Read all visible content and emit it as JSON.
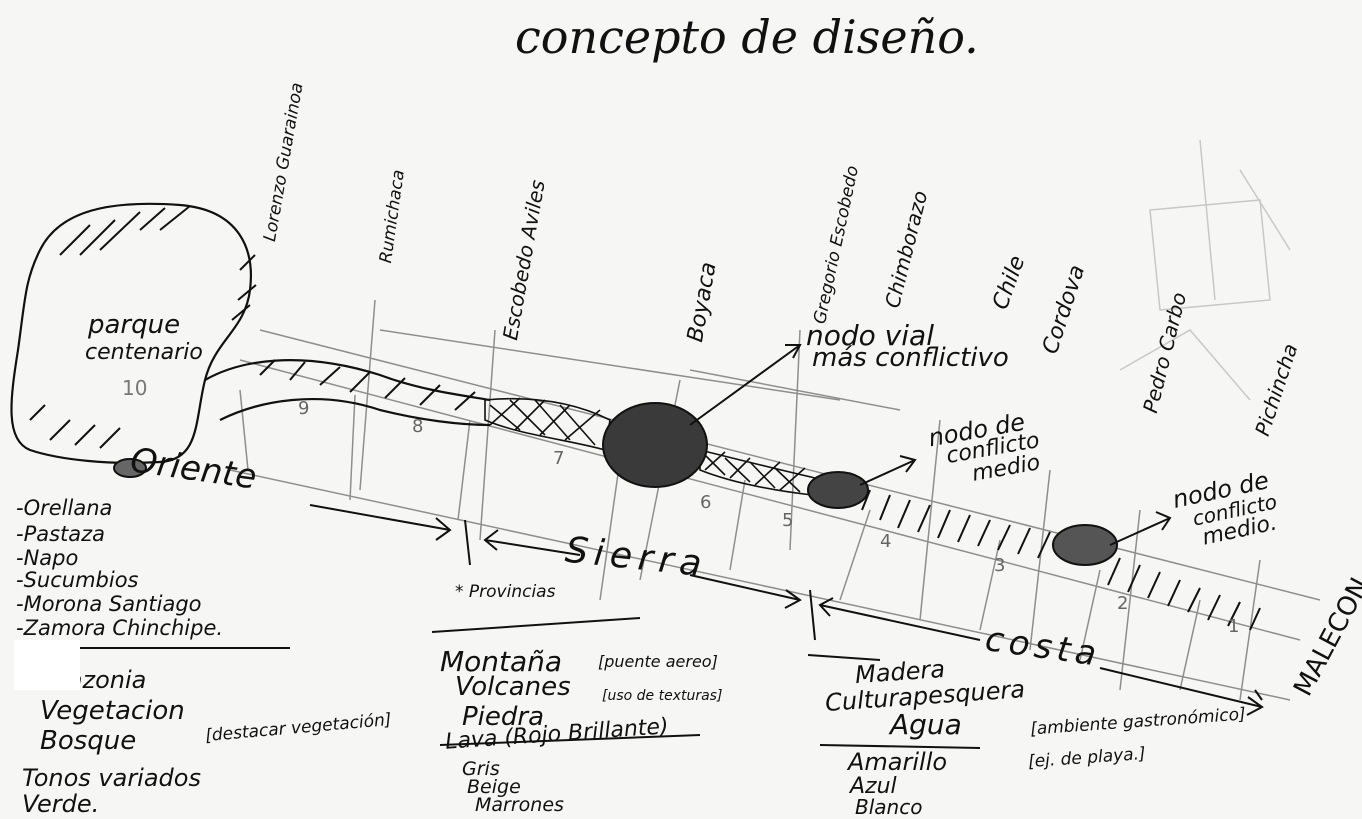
{
  "title": "concepto de diseño.",
  "park": {
    "name_line1": "parque",
    "name_line2": "centenario",
    "number": "10"
  },
  "streets": [
    "Lorenzo Guarainoa",
    "Rumichaca",
    "Escobedo Aviles",
    "Boyaca",
    "Gregorio Escobedo",
    "Chimborazo",
    "Chile",
    "Cordova",
    "Pedro Carbo",
    "Pichincha"
  ],
  "malecon": "MALECON",
  "block_numbers": [
    "9",
    "8",
    "7",
    "6",
    "5",
    "4",
    "3",
    "2",
    "1"
  ],
  "nodes": {
    "main": {
      "line1": "nodo vial",
      "line2": "más conflictivo"
    },
    "medium1": {
      "line1": "nodo de",
      "line2": "conflicto",
      "line3": "medio"
    },
    "medium2": {
      "line1": "nodo de",
      "line2": "conflicto",
      "line3": "medio."
    }
  },
  "regions": {
    "oriente": "Oriente",
    "sierra": "Sierra",
    "costa": "costa"
  },
  "oriente_list": [
    "-Orellana",
    "-Pastaza",
    "-Napo",
    "-Sucumbios",
    "-Morona Santiago",
    "-Zamora Chinchipe."
  ],
  "amazon": {
    "line1": "Amazonia",
    "line2": "Vegetacion",
    "line3": "Bosque",
    "note": "[destacar vegetación]",
    "line4": "Tonos variados",
    "line5": "Verde."
  },
  "sierra_notes": {
    "provincias": "* Provincias",
    "montana": "Montaña",
    "volcanes": "Volcanes",
    "piedra": "Piedra",
    "bracket_puente": "[puente aereo]",
    "bracket_textura": "[uso de texturas]",
    "lava": "Lava (Rojo Brillante)",
    "gris": "Gris",
    "beige": "Beige",
    "marrones": "Marrones"
  },
  "costa_notes": {
    "madera": "Madera",
    "cultura": "Culturapesquera",
    "agua": "Agua",
    "amarillo": "Amarillo",
    "azul": "Azul",
    "blanco": "Blanco",
    "bracket_ambiente": "[ambiente gastronómico]",
    "bracket_playa": "[ej. de playa.]"
  },
  "colors": {
    "ink": "#111111",
    "pencil": "#9a9a9a",
    "paper": "#f6f6f4"
  }
}
